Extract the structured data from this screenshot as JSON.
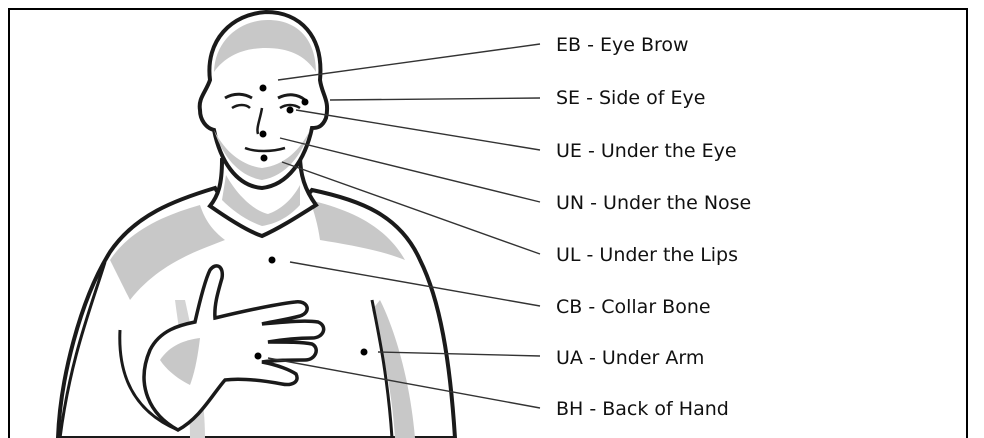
{
  "labels": {
    "eb": "EB - Eye Brow",
    "se": "SE - Side of Eye",
    "ue": "UE - Under the Eye",
    "un": "UN - Under the Nose",
    "ul": "UL - Under the Lips",
    "cb": "CB - Collar Bone",
    "ua": "UA - Under Arm",
    "bh": "BH - Back of Hand"
  },
  "colors": {
    "outline": "#1a1a1a",
    "shadow": "#c8c8c8",
    "skin": "#ffffff",
    "leader": "#333333"
  }
}
